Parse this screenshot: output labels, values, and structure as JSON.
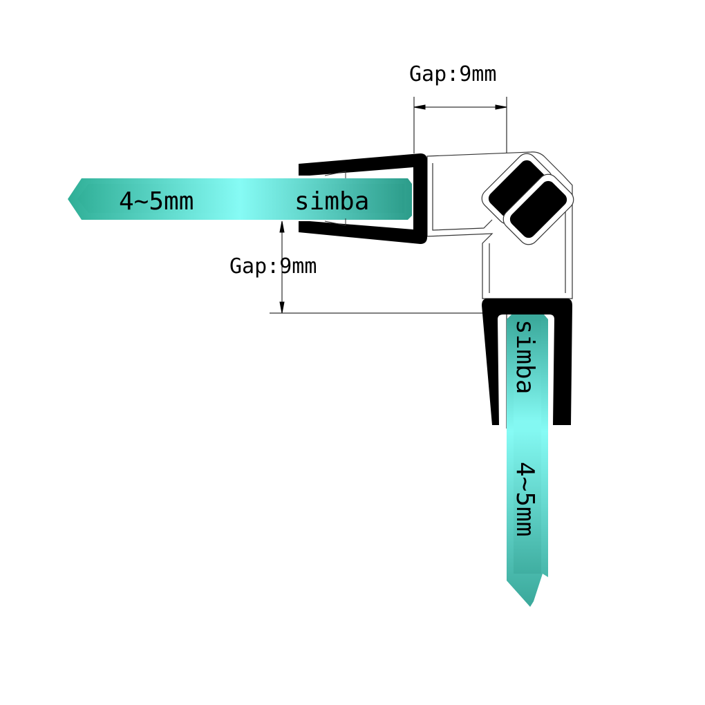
{
  "dimensions": {
    "top_gap_label": "Gap:9mm",
    "side_gap_label": "Gap:9mm"
  },
  "horizontal_glass": {
    "thickness_label": "4~5mm",
    "brand_label": "simba"
  },
  "vertical_glass": {
    "brand_label": "simba",
    "thickness_label": "4~5mm"
  },
  "colors": {
    "glass_edge": "#1f9a80",
    "glass_light": "#80f4ee",
    "seal": "#000000",
    "outline": "#333333"
  }
}
